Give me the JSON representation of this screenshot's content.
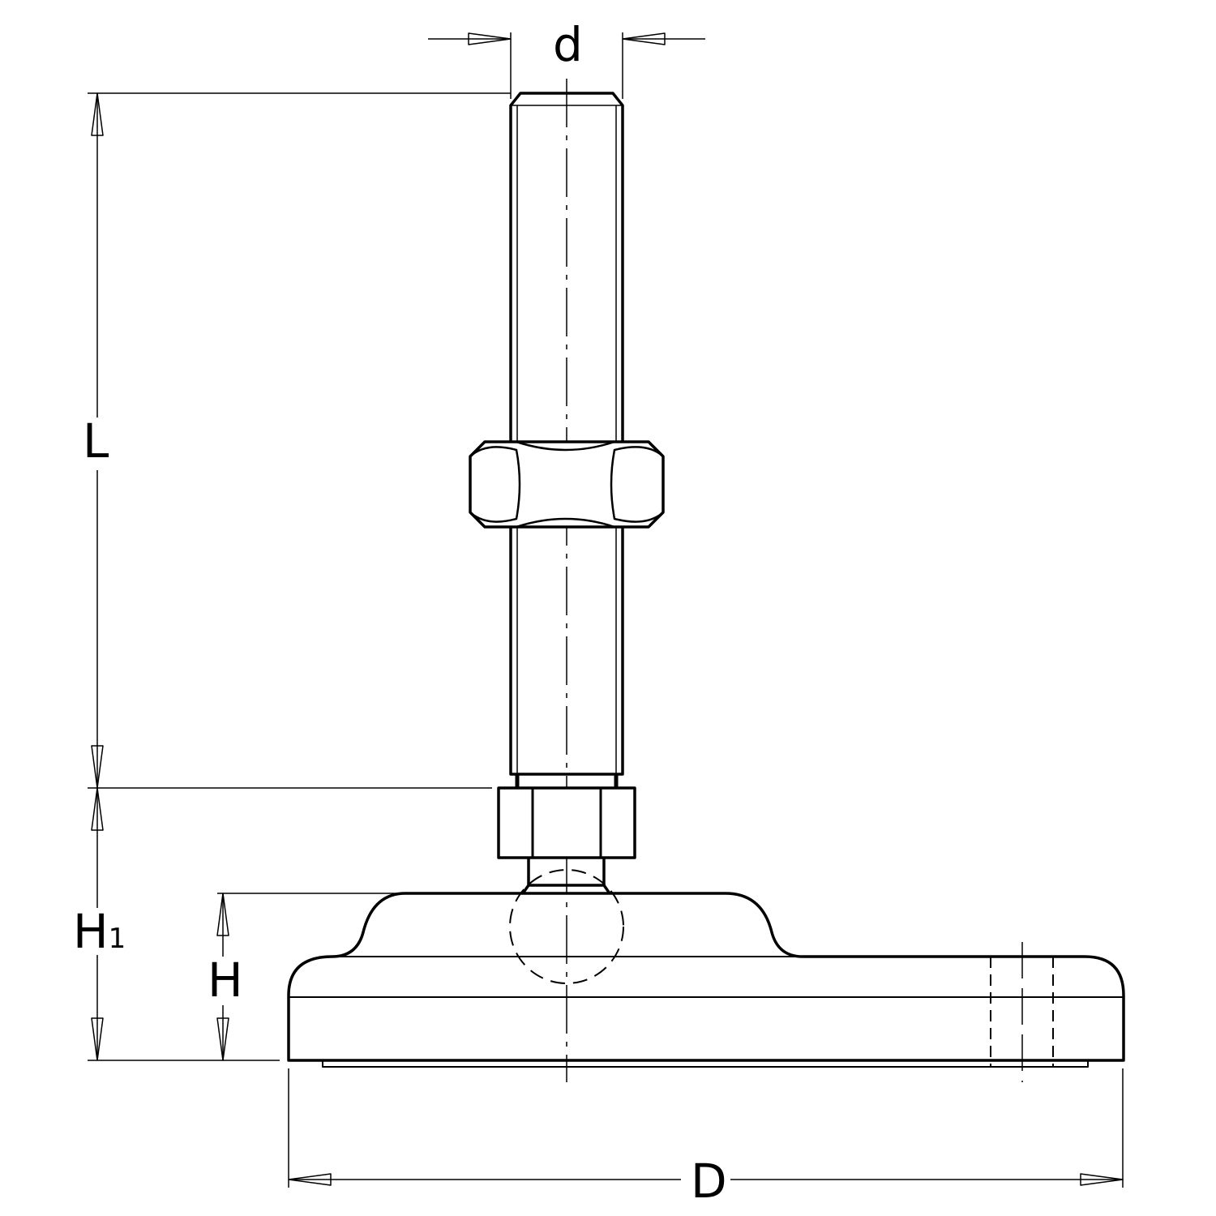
{
  "drawing": {
    "labels": {
      "d": "d",
      "L": "L",
      "H1_main": "H",
      "H1_sub": "1",
      "H": "H",
      "D": "D"
    },
    "colors": {
      "line": "#000000",
      "background": "#ffffff"
    }
  }
}
